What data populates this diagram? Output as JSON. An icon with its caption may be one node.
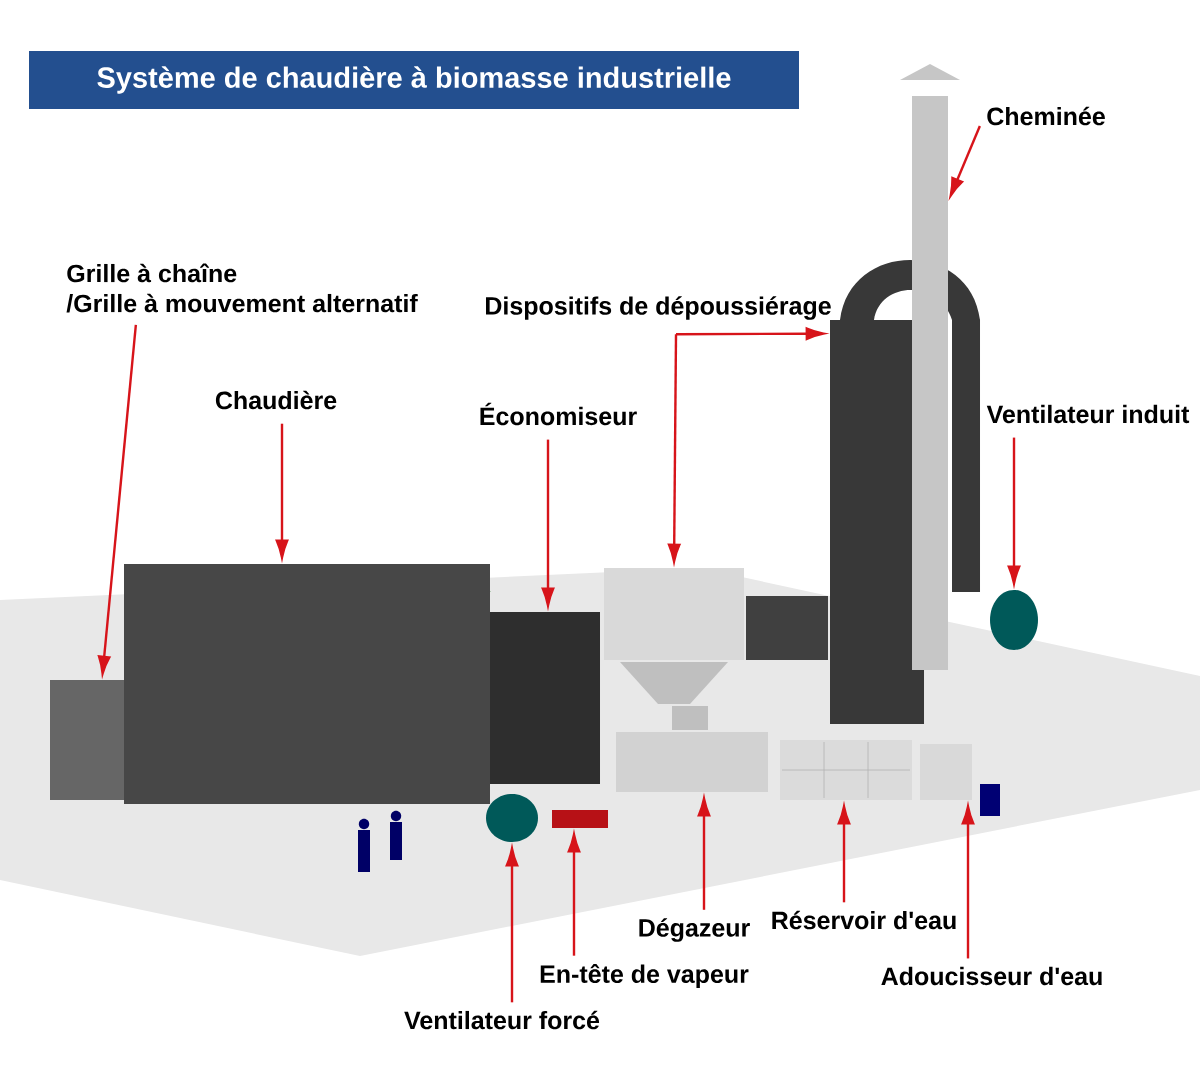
{
  "diagram": {
    "title": "Système de chaudière à biomasse industrielle",
    "nodes": [
      {
        "text": [
          "Cheminée"
        ]
      },
      {
        "text": [
          "Grille à chaîne",
          "/Grille à mouvement alternatif"
        ]
      },
      {
        "text": [
          "Dispositifs de dépoussiérage"
        ]
      },
      {
        "text": [
          "Chaudière"
        ]
      },
      {
        "text": [
          "Économiseur"
        ]
      },
      {
        "text": [
          "Ventilateur induit"
        ]
      },
      {
        "text": [
          "Dégazeur"
        ]
      },
      {
        "text": [
          "Réservoir d'eau"
        ]
      },
      {
        "text": [
          "En-tête de vapeur"
        ]
      },
      {
        "text": [
          "Adoucisseur d'eau"
        ]
      },
      {
        "text": [
          "Ventilateur forcé"
        ]
      },
      {
        "text": [],
        "shape": "cylinder"
      },
      {
        "text": [],
        "shape": "box"
      },
      {
        "text": [],
        "shape": "bar"
      },
      {
        "text": [],
        "shape": "box"
      },
      {
        "text": [],
        "shape": "box"
      },
      {
        "text": [],
        "shape": "box"
      },
      {
        "text": [],
        "shape": "circle"
      },
      {
        "text": [],
        "shape": "cylinder"
      },
      {
        "text": [],
        "shape": "box"
      },
      {
        "text": [],
        "shape": "bar"
      },
      {
        "text": [],
        "shape": "cylinder"
      },
      {
        "text": [],
        "shape": "circle"
      }
    ],
    "edges": [
      {
        "from": 0,
        "to": 13,
        "arrow": "to"
      },
      {
        "from": 1,
        "to": 14,
        "arrow": "to"
      },
      {
        "from": 2,
        "to": 11,
        "arrow": "to"
      },
      {
        "from": 2,
        "to": 12,
        "arrow": "to"
      },
      {
        "from": 3,
        "to": 15,
        "arrow": "to"
      },
      {
        "from": 4,
        "to": 16,
        "arrow": "to"
      },
      {
        "from": 5,
        "to": 17,
        "arrow": "to"
      },
      {
        "from": 6,
        "to": 18,
        "arrow": "to"
      },
      {
        "from": 7,
        "to": 19,
        "arrow": "to"
      },
      {
        "from": 8,
        "to": 20,
        "arrow": "to"
      },
      {
        "from": 9,
        "to": 21,
        "arrow": "to"
      },
      {
        "from": 10,
        "to": 22,
        "arrow": "to"
      }
    ]
  }
}
